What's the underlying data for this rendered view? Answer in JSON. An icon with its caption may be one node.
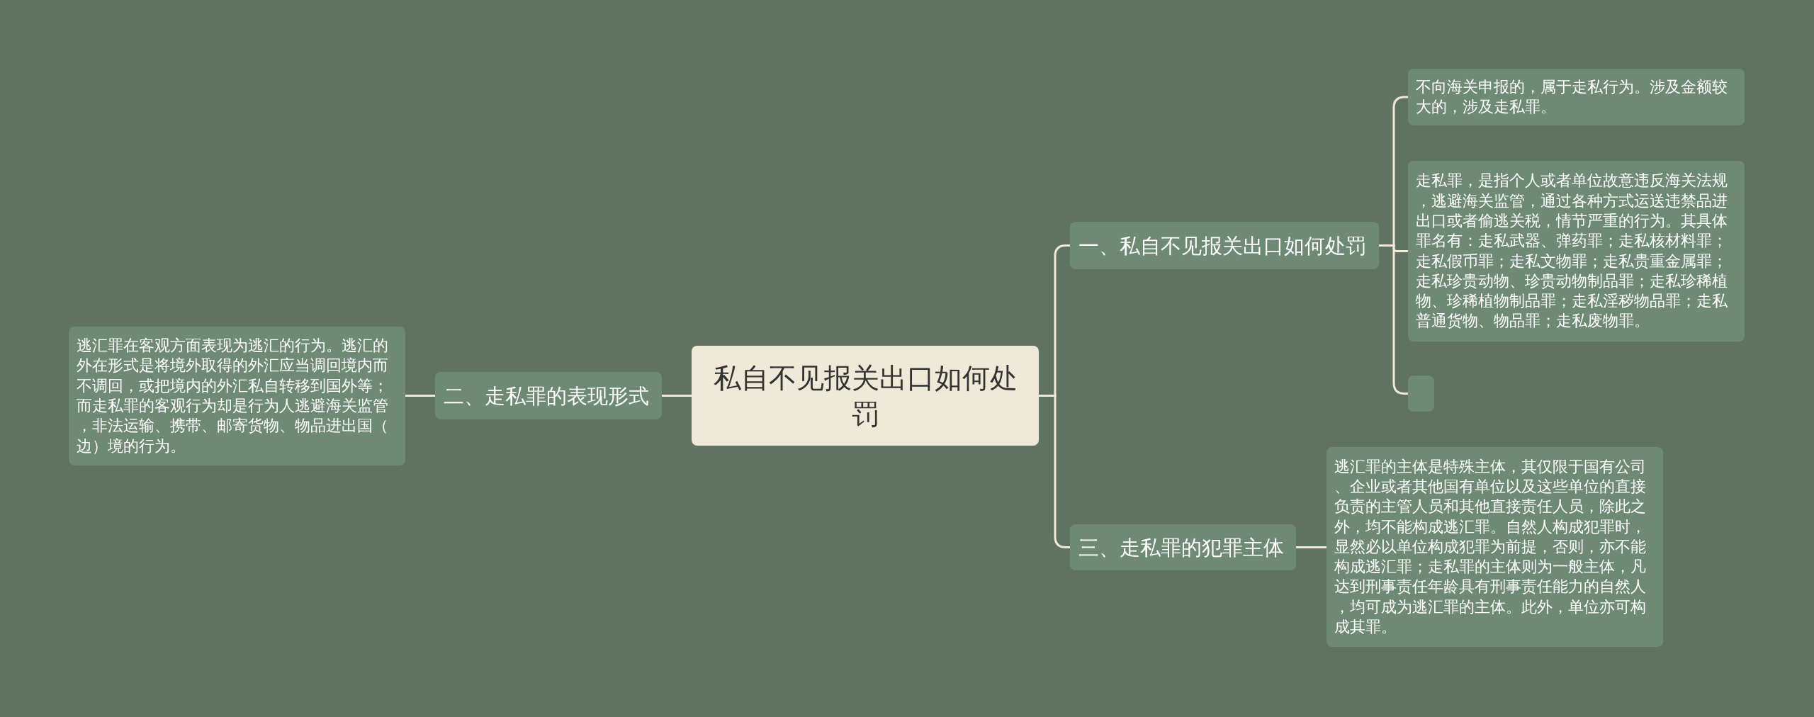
{
  "diagram": {
    "nodes": [
      {
        "text": [
          "私自不见报关出口如何处罚"
        ]
      },
      {
        "text": [
          "一、私自不见报关出口如何处罚"
        ]
      },
      {
        "text": [
          "不向海关申报的，属于走私行为。涉及金额较大的，涉及走私罪。"
        ]
      },
      {
        "text": [
          "走私罪，是指个人或者单位故意违反海关法规，逃避海关监管，通过各种方式运送违禁品进出口或者偷逃关税，情节严重的行为。其具体罪名有：走私武器、弹药罪；走私核材料罪；走私假币罪；走私文物罪；走私贵重金属罪；走私珍贵动物、珍贵动物制品罪；走私珍稀植物、珍稀植物制品罪；走私淫秽物品罪；走私普通货物、物品罪；走私废物罪。"
        ]
      },
      {
        "text": [],
        "shape": "box"
      },
      {
        "text": [
          "三、走私罪的犯罪主体"
        ]
      },
      {
        "text": [
          "逃汇罪的主体是特殊主体，其仅限于国有公司、企业或者其他国有单位以及这些单位的直接负责的主管人员和其他直接责任人员，除此之外，均不能构成逃汇罪。自然人构成犯罪时，显然必以单位构成犯罪为前提，否则，亦不能构成逃汇罪；走私罪的主体则为一般主体，凡达到刑事责任年龄具有刑事责任能力的自然人，均可成为逃汇罪的主体。此外，单位亦可构成其罪。"
        ]
      },
      {
        "text": [
          "二、走私罪的表现形式"
        ]
      },
      {
        "text": [
          "逃汇罪在客观方面表现为逃汇的行为。逃汇的外在形式是将境外取得的外汇应当调回境内而不调回，或把境内的外汇私自转移到国外等；而走私罪的客观行为却是行为人逃避海关监管，非法运输、携带、邮寄货物、物品进出国（边）境的行为。"
        ]
      }
    ],
    "edges": [
      {
        "from": 0,
        "to": 1,
        "arrow": "none"
      },
      {
        "from": 1,
        "to": 2,
        "arrow": "none"
      },
      {
        "from": 1,
        "to": 3,
        "arrow": "none"
      },
      {
        "from": 1,
        "to": 4,
        "arrow": "none"
      },
      {
        "from": 0,
        "to": 5,
        "arrow": "none"
      },
      {
        "from": 5,
        "to": 6,
        "arrow": "none"
      },
      {
        "from": 0,
        "to": 7,
        "arrow": "none"
      },
      {
        "from": 7,
        "to": 8,
        "arrow": "none"
      }
    ]
  }
}
